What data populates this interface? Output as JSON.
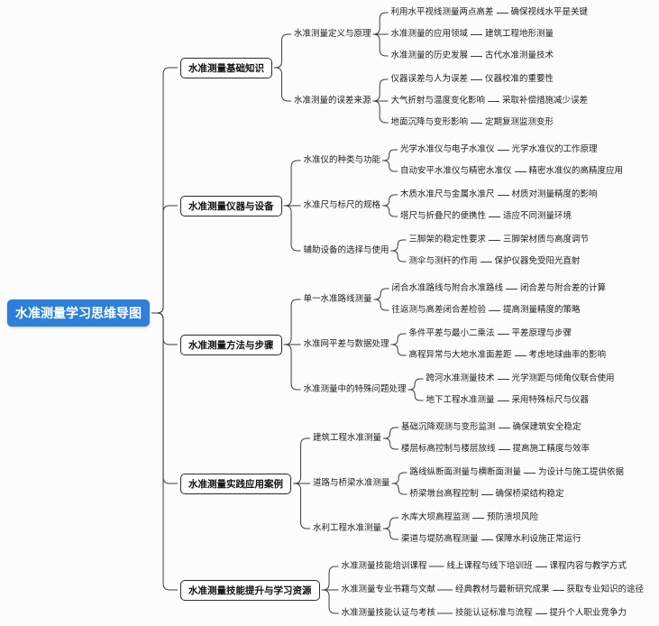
{
  "root": {
    "label": "水准测量学习思维导图"
  },
  "colors": {
    "accent": "#2E7FD9",
    "line": "#3D3D3D",
    "node_border": "#2B2B2B",
    "text": "#1C1C1C",
    "background": "#FCFCFC"
  },
  "branches": [
    {
      "label": "水准测量基础知识",
      "children": [
        {
          "label": "水准测量定义与原理",
          "leaves": [
            {
              "topic": "利用水平视线测量两点高差",
              "detail": "确保视线水平是关键"
            },
            {
              "topic": "水准测量的应用领域",
              "detail": "建筑工程地形测量"
            },
            {
              "topic": "水准测量的历史发展",
              "detail": "古代水准测量技术"
            }
          ]
        },
        {
          "label": "水准测量的误差来源",
          "leaves": [
            {
              "topic": "仪器误差与人为误差",
              "detail": "仪器校准的重要性"
            },
            {
              "topic": "大气折射与温度变化影响",
              "detail": "采取补偿措施减少误差"
            },
            {
              "topic": "地面沉降与变形影响",
              "detail": "定期复测监测变形"
            }
          ]
        }
      ]
    },
    {
      "label": "水准测量仪器与设备",
      "children": [
        {
          "label": "水准仪的种类与功能",
          "leaves": [
            {
              "topic": "光学水准仪与电子水准仪",
              "detail": "光学水准仪的工作原理"
            },
            {
              "topic": "自动安平水准仪与精密水准仪",
              "detail": "精密水准仪的高精度应用"
            }
          ]
        },
        {
          "label": "水准尺与标尺的规格",
          "leaves": [
            {
              "topic": "木质水准尺与金属水准尺",
              "detail": "材质对测量精度的影响"
            },
            {
              "topic": "塔尺与折叠尺的便携性",
              "detail": "适应不同测量环境"
            }
          ]
        },
        {
          "label": "辅助设备的选择与使用",
          "leaves": [
            {
              "topic": "三脚架的稳定性要求",
              "detail": "三脚架材质与高度调节"
            },
            {
              "topic": "测伞与测杆的作用",
              "detail": "保护仪器免受阳光直射"
            }
          ]
        }
      ]
    },
    {
      "label": "水准测量方法与步骤",
      "children": [
        {
          "label": "单一水准路线测量",
          "leaves": [
            {
              "topic": "闭合水准路线与附合水准路线",
              "detail": "闭合差与附合差的计算"
            },
            {
              "topic": "往返测与高差闭合差检验",
              "detail": "提高测量精度的策略"
            }
          ]
        },
        {
          "label": "水准网平差与数据处理",
          "leaves": [
            {
              "topic": "条件平差与最小二乘法",
              "detail": "平差原理与步骤"
            },
            {
              "topic": "高程异常与大地水准面差距",
              "detail": "考虑地球曲率的影响"
            }
          ]
        },
        {
          "label": "水准测量中的特殊问题处理",
          "leaves": [
            {
              "topic": "跨河水准测量技术",
              "detail": "光学测距与倾角仪联合使用"
            },
            {
              "topic": "地下工程水准测量",
              "detail": "采用特殊标尺与仪器"
            }
          ]
        }
      ]
    },
    {
      "label": "水准测量实践应用案例",
      "children": [
        {
          "label": "建筑工程水准测量",
          "leaves": [
            {
              "topic": "基础沉降观测与变形监测",
              "detail": "确保建筑安全稳定"
            },
            {
              "topic": "楼层标高控制与楼层放线",
              "detail": "提高施工精度与效率"
            }
          ]
        },
        {
          "label": "道路与桥梁水准测量",
          "leaves": [
            {
              "topic": "路线纵断面测量与横断面测量",
              "detail": "为设计与施工提供依据"
            },
            {
              "topic": "桥梁墩台高程控制",
              "detail": "确保桥梁结构稳定"
            }
          ]
        },
        {
          "label": "水利工程水准测量",
          "leaves": [
            {
              "topic": "水库大坝高程监测",
              "detail": "预防溃坝风险"
            },
            {
              "topic": "渠道与堤防高程测量",
              "detail": "保障水利设施正常运行"
            }
          ]
        }
      ]
    },
    {
      "label": "水准测量技能提升与学习资源",
      "children": [
        {
          "label": "水准测量技能培训课程",
          "leaves": [
            {
              "topic": "线上课程与线下培训班",
              "detail": "课程内容与教学方式"
            }
          ]
        },
        {
          "label": "水准测量专业书籍与文献",
          "leaves": [
            {
              "topic": "经典教材与最新研究成果",
              "detail": "获取专业知识的途径"
            }
          ]
        },
        {
          "label": "水准测量技能认证与考核",
          "leaves": [
            {
              "topic": "技能认证标准与流程",
              "detail": "提升个人职业竞争力"
            }
          ]
        }
      ]
    }
  ]
}
